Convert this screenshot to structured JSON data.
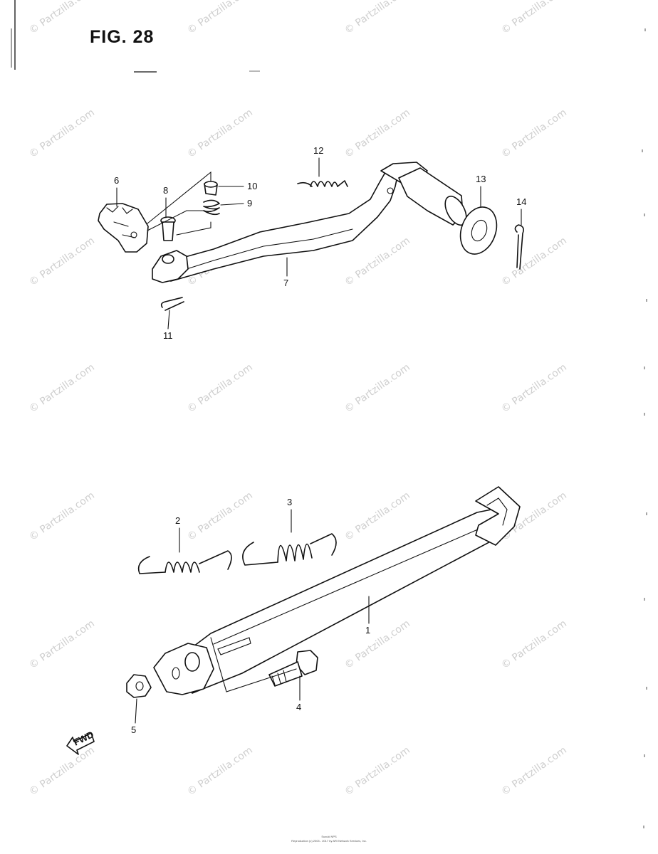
{
  "figure": {
    "title": "FIG. 28"
  },
  "watermark": {
    "text": "© Partzilla.com"
  },
  "parts": {
    "p1": "1",
    "p2": "2",
    "p3": "3",
    "p4": "4",
    "p5": "5",
    "p6": "6",
    "p7": "7",
    "p8": "8",
    "p9": "9",
    "p10": "10",
    "p11": "11",
    "p12": "12",
    "p13": "13",
    "p14": "14"
  },
  "fwd": {
    "label": "FWD"
  },
  "footer": {
    "line1": "Suzuki NPS",
    "line2": "Reproduction (c) 2003 - 2017 by ARI Network Services, Inc."
  }
}
